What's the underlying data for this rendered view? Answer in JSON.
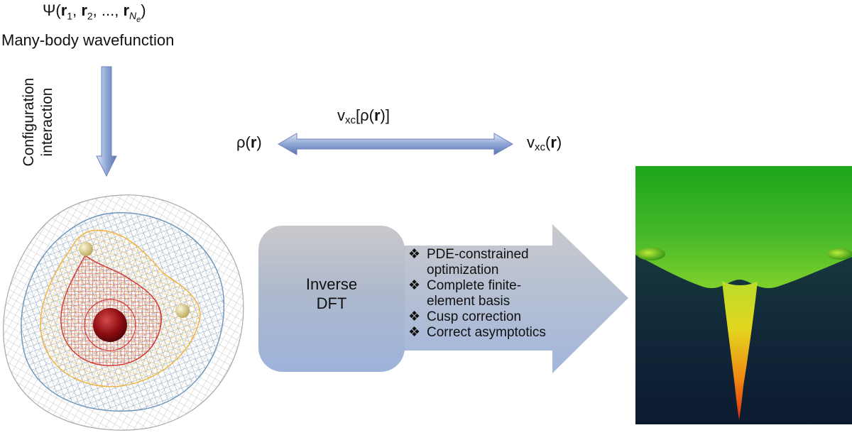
{
  "top": {
    "psi_prefix": "Ψ(",
    "r1": "r",
    "r1_sub": "1",
    "sep1": ", ",
    "r2": "r",
    "r2_sub": "2",
    "sep2": ", ..., ",
    "rn": "r",
    "rn_sub": "N",
    "rn_subsub": "e",
    "psi_suffix": ")",
    "subtitle": "Many-body wavefunction"
  },
  "ci": {
    "line1": "Configuration",
    "line2": "interaction"
  },
  "mapping": {
    "density_label": "ρ(r)",
    "density_prefix": "ρ(",
    "density_r": "r",
    "density_suffix": ")",
    "potential_v": "v",
    "potential_sub": "xc",
    "potential_open": "(",
    "potential_r": "r",
    "potential_close": ")",
    "functional_v": "v",
    "functional_sub": "xc",
    "functional_mid": "[ρ(",
    "functional_r": "r",
    "functional_end": ")]"
  },
  "inverse": {
    "line1": "Inverse",
    "line2": "DFT"
  },
  "features": {
    "bullet": "❖",
    "items": [
      {
        "line1": "PDE-constrained",
        "line2": "optimization"
      },
      {
        "line1": "Complete finite-",
        "line2": "element basis"
      },
      {
        "line1": "Cusp correction",
        "line2": ""
      },
      {
        "line1": "Correct asymptotics",
        "line2": ""
      }
    ]
  },
  "colors": {
    "arrow_blue": "#8fa6d6",
    "arrow_dark": "#5b74b1",
    "mesh_gray": "#b8b8b8",
    "mesh_blue": "#6b93b8",
    "mesh_orange": "#f1b23b",
    "mesh_red": "#d23a3a",
    "surface_green": "#3fb32a",
    "surface_dark": "#0e1e33"
  }
}
